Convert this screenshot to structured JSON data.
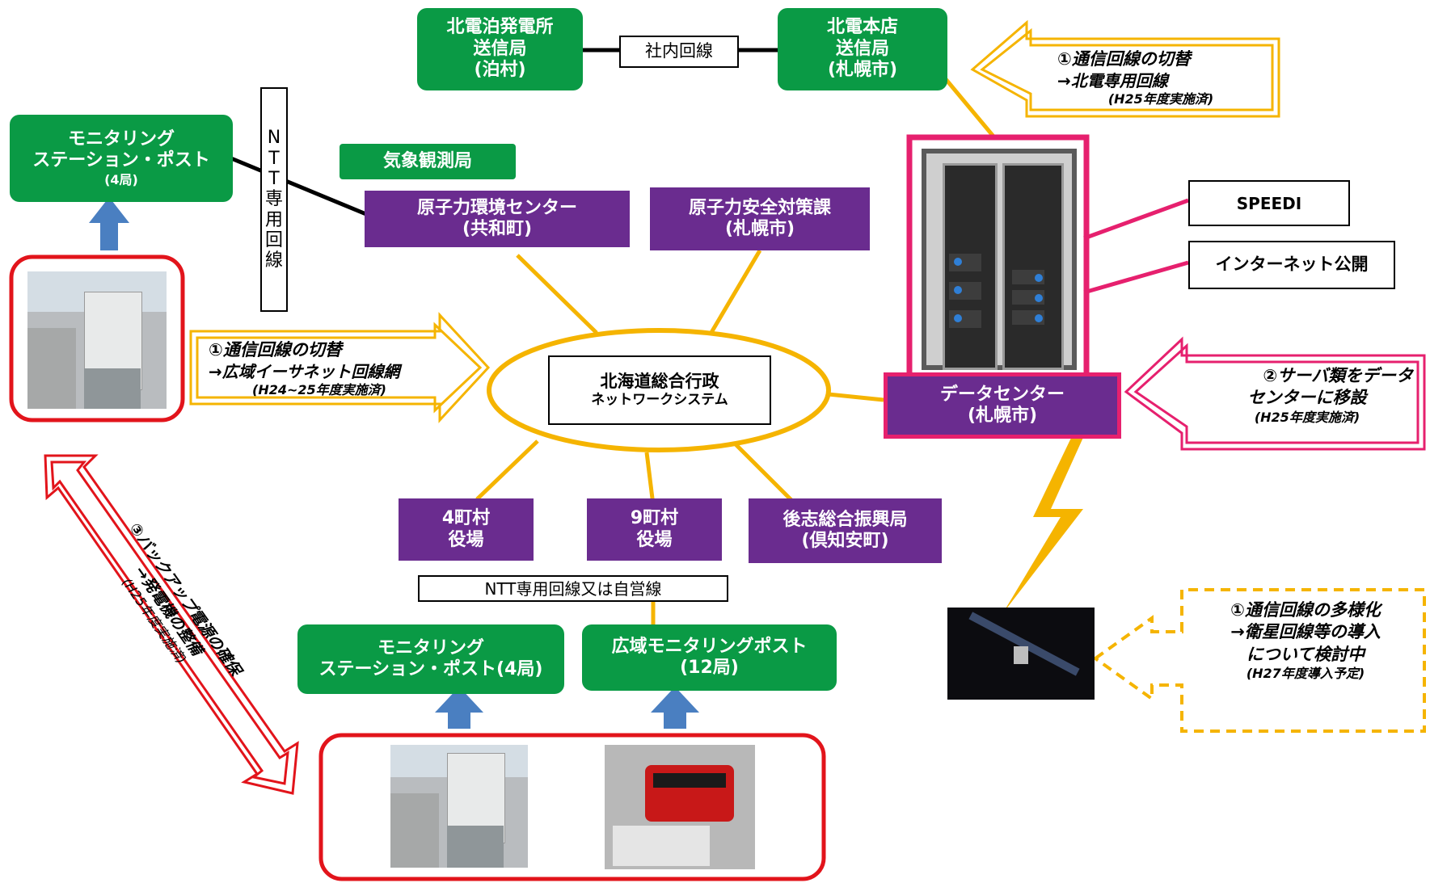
{
  "nodes": {
    "tomari_station": [
      "北電泊発電所",
      "送信局",
      "(泊村)"
    ],
    "honten_station": [
      "北電本店",
      "送信局",
      "(札幌市)"
    ],
    "company_line": "社内回線",
    "monitoring_top": [
      "モニタリング",
      "ステーション・ポスト",
      "(4局)"
    ],
    "ntt_dedicated": [
      "N",
      "T",
      "T",
      "専",
      "用",
      "回",
      "線"
    ],
    "weather_station": "気象観測局",
    "env_center": [
      "原子力環境センター",
      "(共和町)"
    ],
    "safety_division": [
      "原子力安全対策課",
      "(札幌市)"
    ],
    "hokkaido_network": [
      "北海道総合行政",
      "ネットワークシステム"
    ],
    "speedi": "SPEEDI",
    "internet_publish": "インターネット公開",
    "data_center": [
      "データセンター",
      "(札幌市)"
    ],
    "town_offices_4": [
      "4町村",
      "役場"
    ],
    "town_offices_9": [
      "9町村",
      "役場"
    ],
    "shiribeshi_bureau": [
      "後志総合振興局",
      "(倶知安町)"
    ],
    "ntt_or_private": "NTT専用回線又は自営線",
    "monitoring_bottom": [
      "モニタリング",
      "ステーション・ポスト(4局)"
    ],
    "wide_area_post": [
      "広域モニタリングポスト",
      "(12局)"
    ]
  },
  "callouts": {
    "line_switch_top": [
      "①通信回線の切替",
      "→北電専用回線",
      "(H25年度実施済)"
    ],
    "line_switch_left": [
      "①通信回線の切替",
      "→広域イーサネット回線網",
      "(H24~25年度実施済)"
    ],
    "server_move": [
      "②サーバ類をデータ",
      "センターに移設",
      "(H25年度実施済)"
    ],
    "backup_power": [
      "③バックアップ電源の確保",
      "→発電機の整備",
      "(H25年度実施済)"
    ],
    "line_diversify": [
      "①通信回線の多様化",
      "→衛星回線等の導入",
      "について検討中",
      "(H27年度導入予定)"
    ]
  },
  "colors": {
    "green": "#0a9a45",
    "purple": "#6a2c8f",
    "gold_line": "#f5b400",
    "pink": "#e6206e",
    "red": "#e2141b",
    "blue_arrow": "#4a7fc1"
  }
}
